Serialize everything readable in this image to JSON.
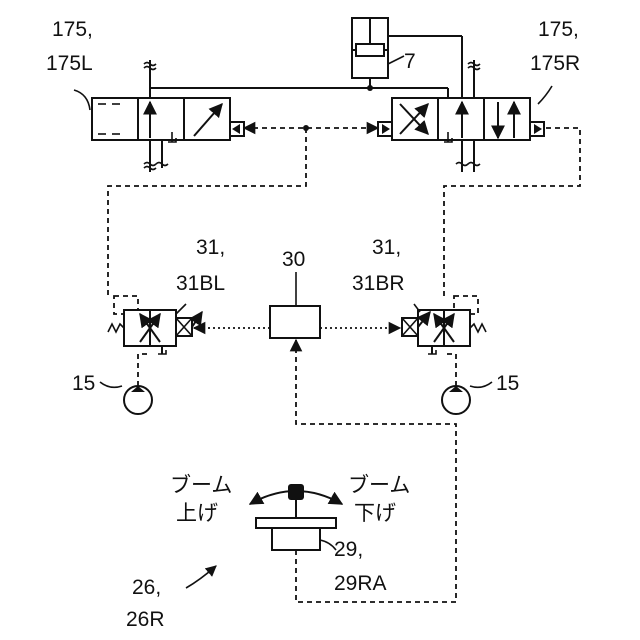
{
  "labels": {
    "valve_left_line1": "175,",
    "valve_left_line2": "175L",
    "valve_right_line1": "175,",
    "valve_right_line2": "175R",
    "cylinder": "7",
    "pilot_left_line1": "31,",
    "pilot_left_line2": "31BL",
    "controller": "30",
    "pilot_right_line1": "31,",
    "pilot_right_line2": "31BR",
    "pump_left": "15",
    "pump_right": "15",
    "boom_up_line1": "ブーム",
    "boom_up_line2": "上げ",
    "boom_down_line1": "ブーム",
    "boom_down_line2": "下げ",
    "sensor_line1": "29,",
    "sensor_line2": "29RA",
    "lever_line1": "26,",
    "lever_line2": "26R"
  }
}
